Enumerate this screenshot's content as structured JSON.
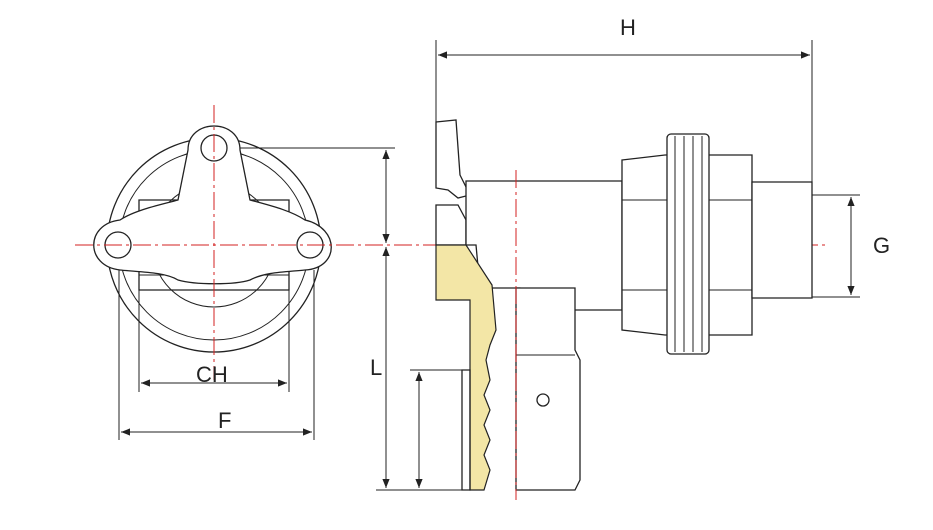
{
  "dimensions": {
    "H": "H",
    "G": "G",
    "L": "L",
    "CH": "CH",
    "F": "F"
  },
  "colors": {
    "line": "#222222",
    "centerline": "#d32020",
    "section_fill": "#f3e6a6"
  }
}
